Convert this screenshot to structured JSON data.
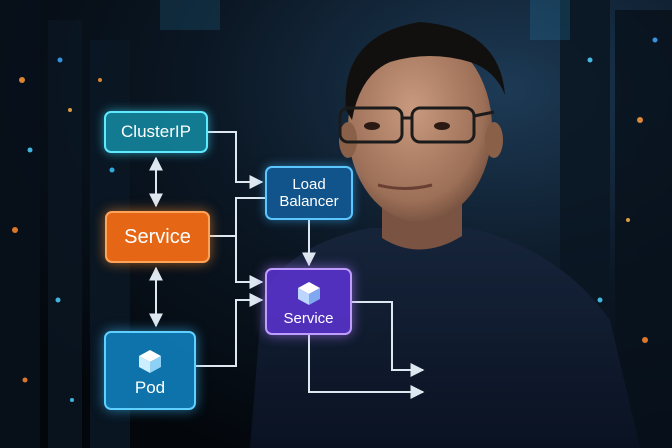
{
  "diagram": {
    "nodes": {
      "clusterip": {
        "label": "ClusterIP"
      },
      "service_a": {
        "label": "Service"
      },
      "load_balancer": {
        "line1": "Load",
        "line2": "Balancer"
      },
      "service_b": {
        "label": "Service",
        "icon": "cube-icon"
      },
      "pod": {
        "label": "Pod",
        "icon": "cube-icon"
      }
    },
    "edges": [
      {
        "from": "clusterip",
        "to": "service_a",
        "style": "bidirectional"
      },
      {
        "from": "service_a",
        "to": "pod",
        "style": "bidirectional"
      },
      {
        "from": "clusterip",
        "to": "load_balancer",
        "style": "arrow"
      },
      {
        "from": "service_a",
        "to": "load_balancer",
        "style": "line"
      },
      {
        "from": "service_a",
        "to": "service_b",
        "style": "arrow"
      },
      {
        "from": "load_balancer",
        "to": "service_b",
        "style": "arrow"
      },
      {
        "from": "pod",
        "to": "service_b",
        "style": "arrow"
      },
      {
        "from": "service_b",
        "to": "offscreen",
        "style": "arrow"
      },
      {
        "from": "service_b",
        "to": "offscreen",
        "style": "arrow"
      }
    ],
    "colors": {
      "connector": "#dfe8f0",
      "clusterip": "#148ca5",
      "service_a": "#e56716",
      "load_balancer": "#125a96",
      "service_b": "#5632c8",
      "pod": "#107db9"
    }
  },
  "background": {
    "description_icon": "server-rack-background",
    "person": "person-with-glasses"
  }
}
